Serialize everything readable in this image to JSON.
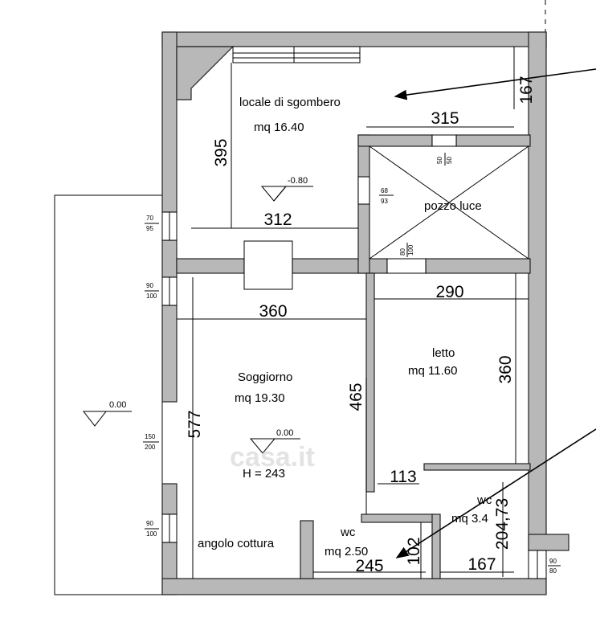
{
  "rooms": {
    "sgombero": {
      "name": "locale di sgombero",
      "area": "mq 16.40",
      "level": "-0.80"
    },
    "pozzo": {
      "name": "pozzo luce"
    },
    "soggiorno": {
      "name": "Soggiorno",
      "area": "mq 19.30",
      "level": "0.00",
      "height": "H = 243"
    },
    "letto": {
      "name": "letto",
      "area": "mq 11.60"
    },
    "wc_small": {
      "name": "wc",
      "area": "mq 2.50"
    },
    "wc_right": {
      "name": "wc",
      "area": "mq 3.4"
    },
    "kitchen": {
      "name": "angolo cottura"
    },
    "terrace": {
      "level": "0.00"
    }
  },
  "dimensions": {
    "d167_top": "167",
    "d315": "315",
    "d395": "395",
    "d312": "312",
    "d360_living": "360",
    "d290": "290",
    "d360_letto": "360",
    "d465": "465",
    "d577": "577",
    "d113": "113",
    "d102": "102",
    "d245": "245",
    "d167_bottom": "167",
    "d204": "204,73"
  },
  "openings": {
    "o1": {
      "w": "70",
      "h": "95"
    },
    "o2": {
      "w": "90",
      "h": "100"
    },
    "o3": {
      "w": "150",
      "h": "200"
    },
    "o4": {
      "w": "90",
      "h": "100"
    },
    "o5": {
      "w": "90",
      "h": "80"
    },
    "o6": {
      "w": "68",
      "h": "93"
    },
    "o7": {
      "w": "50",
      "h": "50"
    },
    "o8": {
      "w": "80",
      "h": "100"
    }
  },
  "watermark": "casa.it",
  "colors": {
    "wall": "#b8b8b8",
    "line": "#000000"
  }
}
